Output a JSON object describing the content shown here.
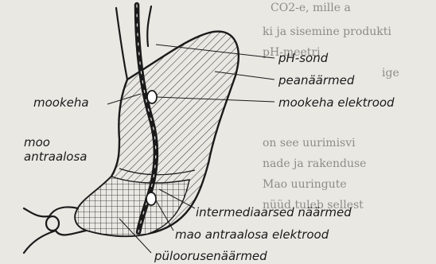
{
  "labels": {
    "ph_sond": "pH-sond",
    "peanaarmed": "peanäärmed",
    "mookeha": "mookeha",
    "mookeha_elektrood": "mookeha elektrood",
    "moo_antraalosa_1": "moo",
    "moo_antraalosa_2": "antraalosa",
    "intermediaarsed": "intermediaarsed näärmed",
    "antraalosa_elektrood": "mao antraalosa elektrood",
    "puloorus": "püloorusenäärmed"
  },
  "background_text": [
    "CO2-e, mille a",
    "ki ja sisemine produkti",
    "pH-meetri",
    "ige",
    "on see uurimisvi",
    "nade ja rakenduse",
    "Mao uuringute",
    "nüüd tuleb sellest"
  ],
  "colors": {
    "paper": "#e9e8e3",
    "ink": "#1a1a1a",
    "faded_text": "#8d8c88"
  }
}
